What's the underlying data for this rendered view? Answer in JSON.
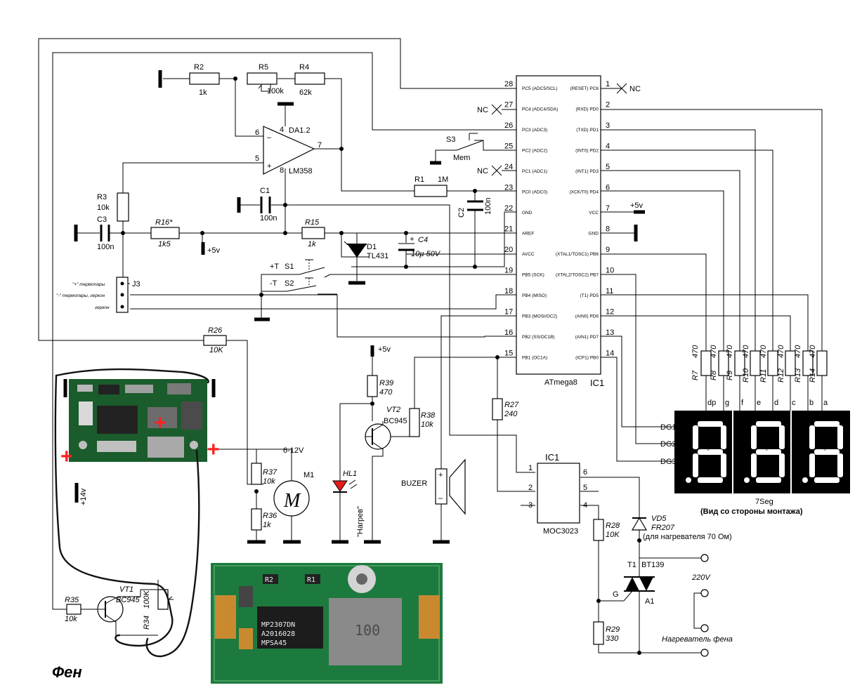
{
  "resistors": {
    "R2": {
      "name": "R2",
      "value": "1k"
    },
    "R5": {
      "name": "R5",
      "value": "100k"
    },
    "R4": {
      "name": "R4",
      "value": "62k"
    },
    "R3": {
      "name": "R3",
      "value": "10k"
    },
    "R16": {
      "name": "R16*",
      "value": "1k5"
    },
    "R15": {
      "name": "R15",
      "value": "1k"
    },
    "R1": {
      "name": "R1",
      "value": "1M"
    },
    "R26": {
      "name": "R26",
      "value": "10K"
    },
    "R39": {
      "name": "R39",
      "value": "470"
    },
    "R38": {
      "name": "R38",
      "value": "10k"
    },
    "R27": {
      "name": "R27",
      "value": "240"
    },
    "R37": {
      "name": "R37",
      "value": "10k"
    },
    "R36": {
      "name": "R36",
      "value": "1k"
    },
    "R28": {
      "name": "R28",
      "value": "10K"
    },
    "R29": {
      "name": "R29",
      "value": "330"
    },
    "R35": {
      "name": "R35",
      "value": "10k"
    },
    "R34": {
      "name": "R34",
      "value": "100K"
    },
    "R7": {
      "name": "R7",
      "value": "470"
    },
    "R8": {
      "name": "R8",
      "value": "470"
    },
    "R9": {
      "name": "R9",
      "value": "470"
    },
    "R10": {
      "name": "R10",
      "value": "470"
    },
    "R11": {
      "name": "R11",
      "value": "470"
    },
    "R12": {
      "name": "R12",
      "value": "470"
    },
    "R13": {
      "name": "R13",
      "value": "470"
    },
    "R14": {
      "name": "R14",
      "value": "470"
    }
  },
  "caps": {
    "C1": {
      "name": "C1",
      "value": "100n"
    },
    "C2": {
      "name": "C2",
      "value": "100n"
    },
    "C3": {
      "name": "C3",
      "value": "100n"
    },
    "C4": {
      "name": "C4",
      "value": "10µ 50V"
    }
  },
  "opamp": {
    "ref": "DA1.2",
    "part": "LM358",
    "pins": [
      "6",
      "5",
      "4",
      "8",
      "7"
    ]
  },
  "mcu": {
    "ref": "IC1",
    "part": "ATmega8",
    "left_pins": [
      {
        "num": "28",
        "label": "PC5 (ADC5/SCL)"
      },
      {
        "num": "27",
        "label": "PC4 (ADC4/SDA)"
      },
      {
        "num": "26",
        "label": "PC3 (ADC3)"
      },
      {
        "num": "25",
        "label": "PC2 (ADC2)"
      },
      {
        "num": "24",
        "label": "PC1 (ADC1)"
      },
      {
        "num": "23",
        "label": "PC0 (ADC0)"
      },
      {
        "num": "22",
        "label": "GND"
      },
      {
        "num": "21",
        "label": "AREF"
      },
      {
        "num": "20",
        "label": "AVCC"
      },
      {
        "num": "19",
        "label": "PB5 (SCK)"
      },
      {
        "num": "18",
        "label": "PB4 (MISO)"
      },
      {
        "num": "17",
        "label": "PB3 (MOSI/OC2)"
      },
      {
        "num": "16",
        "label": "PB2 (SS/OC1B)"
      },
      {
        "num": "15",
        "label": "PB1 (OC1A)"
      }
    ],
    "right_pins": [
      {
        "num": "1",
        "label": "(RESET) PC6"
      },
      {
        "num": "2",
        "label": "(RXD) PD0"
      },
      {
        "num": "3",
        "label": "(TXD) PD1"
      },
      {
        "num": "4",
        "label": "(INT0) PD2"
      },
      {
        "num": "5",
        "label": "(INT1) PD3"
      },
      {
        "num": "6",
        "label": "(XCK/T0) PD4"
      },
      {
        "num": "7",
        "label": "VCC"
      },
      {
        "num": "8",
        "label": "GND"
      },
      {
        "num": "9",
        "label": "(XTAL1/TOSC1) PB6"
      },
      {
        "num": "10",
        "label": "(XTAL2/TOSC2) PB7"
      },
      {
        "num": "11",
        "label": "(T1) PD5"
      },
      {
        "num": "12",
        "label": "(AIN0) PD6"
      },
      {
        "num": "13",
        "label": "(AIN1) PD7"
      },
      {
        "num": "14",
        "label": "(ICP1) PB0"
      }
    ]
  },
  "labels": {
    "nc": "NC",
    "plus5v": "+5v",
    "s3": "S3",
    "mem": "Mem",
    "s1": "S1",
    "s2": "S2",
    "plus_t": "+T",
    "minus_t": "-T",
    "d1": "D1",
    "d1_part": "TL431",
    "j3": "J3",
    "j3_pin1": "\"+\" термопары",
    "j3_pin2": "\"-\" термопары, геркон",
    "j3_pin3": "геркон",
    "vt1": "VT1",
    "vt1_part": "BC945",
    "vt2": "VT2",
    "vt2_part": "BC945",
    "hl1": "HL1",
    "hl1_caption": "\"Нагрев\"",
    "m1": "M1",
    "motor_voltage": "6-12V",
    "motor_symbol": "M",
    "buzzer": "BUZER",
    "moc_ref": "IC1",
    "moc_part": "MOC3023",
    "vd5": "VD5",
    "vd5_part": "FR207",
    "vd5_note": "(для нагревателя 70 Ом)",
    "t1": "T1",
    "t1_part": "BT139",
    "gate": "G",
    "a1": "A1",
    "mains": "220V",
    "heater": "Нагреватель фена",
    "plus14v": "+14v",
    "title": "Фен",
    "plus": "+",
    "minus": "–"
  },
  "display": {
    "name": "7Seg",
    "note": "(Вид со стороны монтажа)",
    "digits": [
      {
        "dg": "DG1",
        "num": "3"
      },
      {
        "dg": "DG2",
        "num": "2"
      },
      {
        "dg": "DG3",
        "num": "1"
      }
    ],
    "seg_letters": [
      "a",
      "b",
      "c",
      "d",
      "e",
      "f",
      "g"
    ],
    "top_letters": [
      "dp",
      "g",
      "f",
      "e",
      "d",
      "c",
      "b",
      "a"
    ]
  },
  "boards": {
    "mini_chip_line1": "MP2307DN",
    "mini_chip_line2": "A2016028",
    "mini_chip_line3": "MPSA45",
    "mini_inductor": "100",
    "mini_res1": "R2",
    "mini_res2": "R1"
  }
}
